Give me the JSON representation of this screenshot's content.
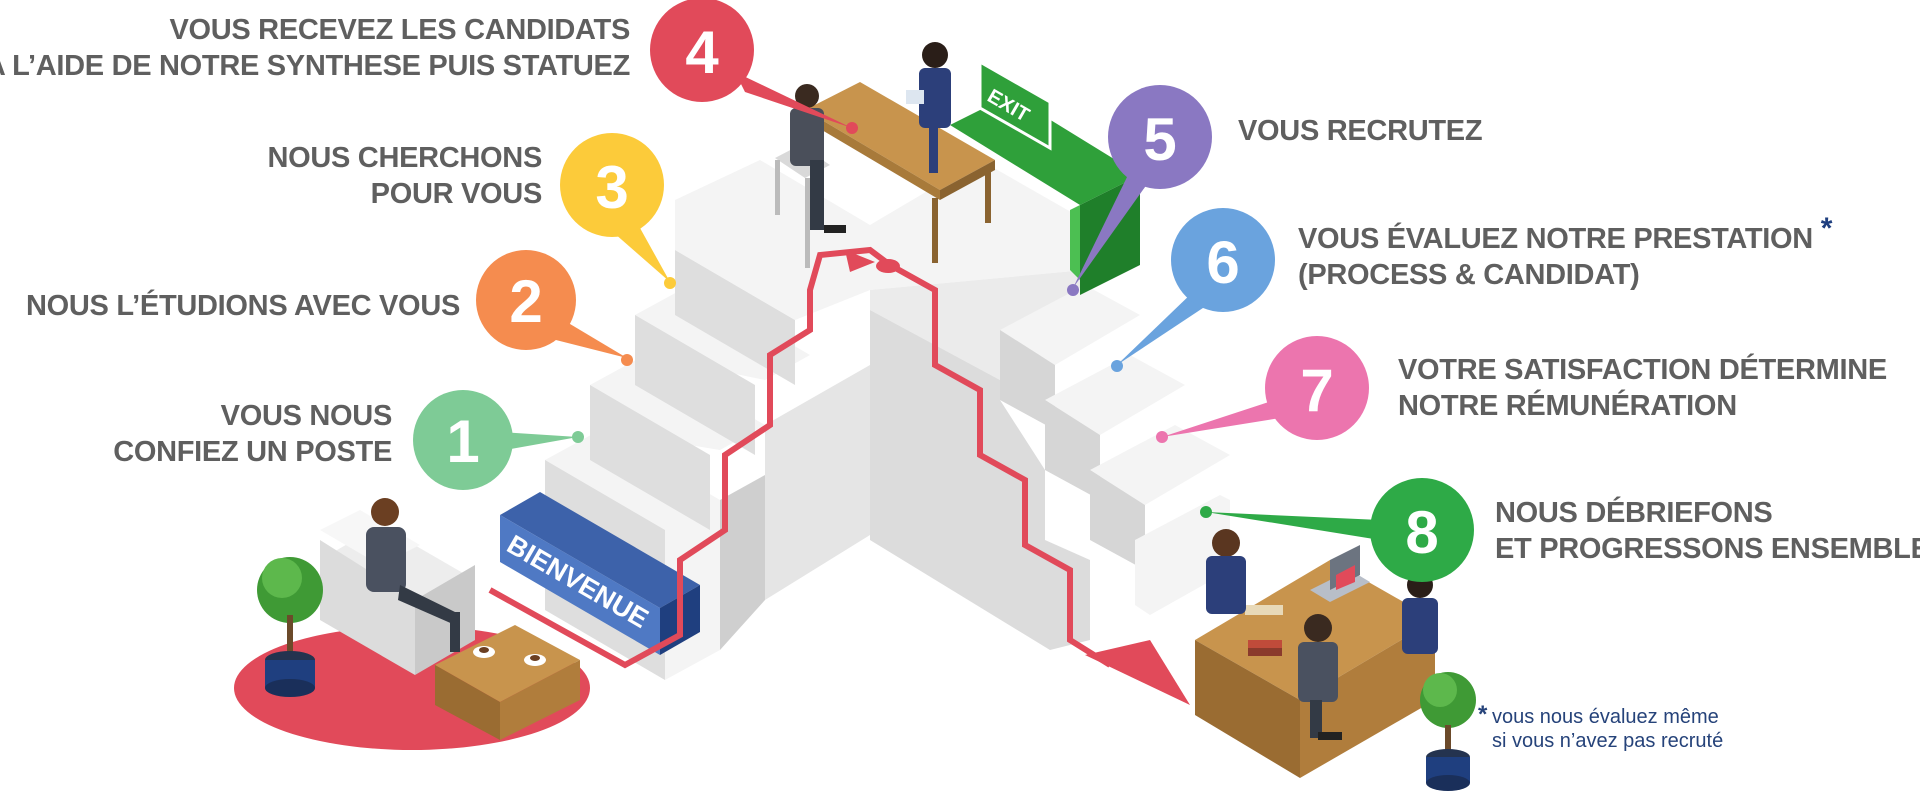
{
  "steps": [
    {
      "number": "1",
      "lines": [
        "VOUS NOUS",
        "CONFIEZ UN POSTE"
      ],
      "color": "#7ecb96"
    },
    {
      "number": "2",
      "lines": [
        "NOUS L’ÉTUDIONS AVEC VOUS"
      ],
      "color": "#f58c4f"
    },
    {
      "number": "3",
      "lines": [
        "NOUS CHERCHONS",
        "POUR VOUS"
      ],
      "color": "#fccb3a"
    },
    {
      "number": "4",
      "lines": [
        "VOUS RECEVEZ LES CANDIDATS",
        "A L’AIDE DE NOTRE SYNTHESE PUIS STATUEZ"
      ],
      "color": "#e14a5a"
    },
    {
      "number": "5",
      "lines": [
        "VOUS RECRUTEZ"
      ],
      "color": "#8a78c2"
    },
    {
      "number": "6",
      "lines": [
        "VOUS ÉVALUEZ NOTRE PRESTATION",
        "(PROCESS & CANDIDAT)"
      ],
      "star": "*",
      "color": "#6aa3de"
    },
    {
      "number": "7",
      "lines": [
        "VOTRE SATISFACTION DÉTERMINE",
        "NOTRE RÉMUNÉRATION"
      ],
      "color": "#ec75ae"
    },
    {
      "number": "8",
      "lines": [
        "NOUS DÉBRIEFONS",
        "ET PROGRESSONS ENSEMBLE"
      ],
      "color": "#2eaa47"
    }
  ],
  "welcome_sign": "BIENVENUE",
  "exit_sign": "EXIT",
  "footnote": {
    "star": "*",
    "lines": [
      "vous nous évaluez même",
      "si vous n’avez pas recruté"
    ]
  },
  "colors": {
    "path": "#e14a5a",
    "stairs_light": "#f2f2f2",
    "stairs_mid": "#dcdcdc",
    "stairs_dark": "#c6c6c6",
    "text": "#5f5f5f",
    "navy": "#1f3f7f",
    "blue_sign": "#4f79c4",
    "green": "#2fa03a",
    "table": "#b98a45"
  }
}
